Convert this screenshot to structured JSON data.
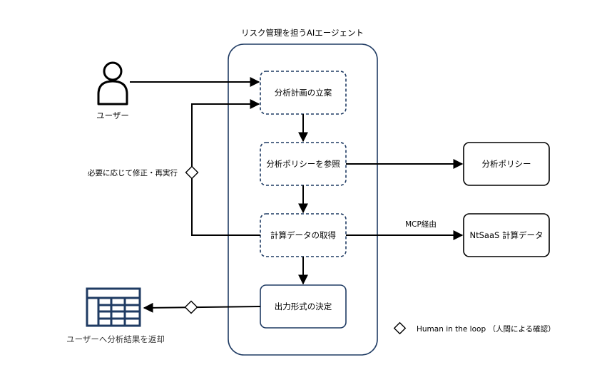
{
  "diagram": {
    "container_title": "リスク管理を担うAIエージェント",
    "user_label": "ユーザー",
    "steps": [
      "分析計画の立案",
      "分析ポリシーを参照",
      "計算データの取得",
      "出力形式の決定"
    ],
    "external": {
      "policy": "分析ポリシー",
      "data": "NtSaaS 計算データ"
    },
    "edge_labels": {
      "mcp": "MCP経由",
      "retry": "必要に応じて修正・再実行"
    },
    "output_label": "ユーザーへ分析結果を返却",
    "legend_text": "Human in the loop （人間による確認）"
  }
}
